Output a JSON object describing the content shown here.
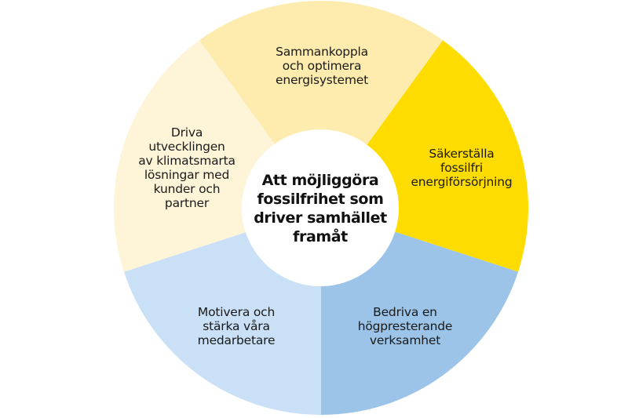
{
  "diagram": {
    "type": "segmented-wheel",
    "center": {
      "text": "Att möjliggöra\nfossilfrihet som\ndriver samhället\nframåt"
    },
    "segments": [
      {
        "id": "top",
        "text": "Sammankoppla\noch optimera\nenergisystemet",
        "color": "#FDECAE",
        "start_deg": -36,
        "end_deg": 36
      },
      {
        "id": "right",
        "text": "Säkerställa\nfossilfri\nenergiförsörjning",
        "color": "#FFDC00",
        "start_deg": 36,
        "end_deg": 108
      },
      {
        "id": "bottom-right",
        "text": "Bedriva en\nhögpresterande\nverksamhet",
        "color": "#9CC4E8",
        "start_deg": 108,
        "end_deg": 180
      },
      {
        "id": "bottom-left",
        "text": "Motivera och\nstärka våra\nmedarbetare",
        "color": "#C9E0F6",
        "start_deg": 180,
        "end_deg": 252
      },
      {
        "id": "left",
        "text": "Driva\nutvecklingen\nav klimatsmarta\nlösningar med\nkunder och\npartner",
        "color": "#FEF5D8",
        "start_deg": 252,
        "end_deg": 324
      }
    ]
  }
}
